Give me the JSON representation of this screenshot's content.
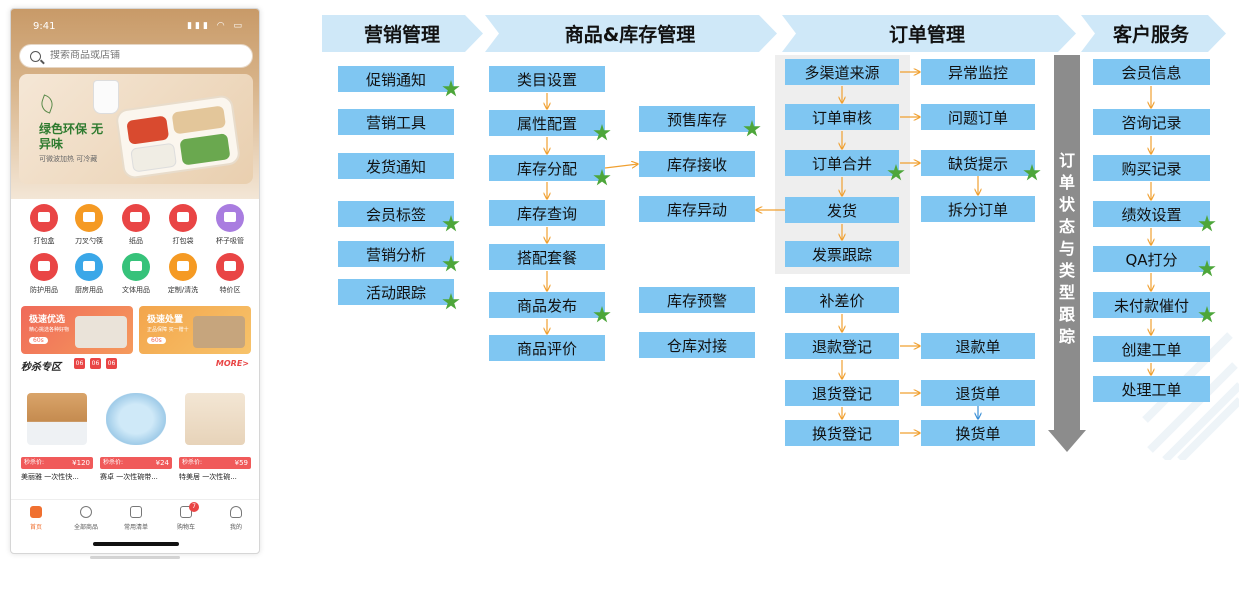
{
  "phone": {
    "status_time": "9:41",
    "status_icons": "▮▮▮ ◠ ▭",
    "search_placeholder": "搜索商品或店铺",
    "banner": {
      "title": "绿色环保 无异味",
      "subtitle": "可微波加热 可冷藏"
    },
    "categories": [
      {
        "label": "打包盒",
        "color": "#e94545"
      },
      {
        "label": "刀叉勺筷",
        "color": "#f59a23"
      },
      {
        "label": "纸品",
        "color": "#e94545"
      },
      {
        "label": "打包袋",
        "color": "#e94545"
      },
      {
        "label": "杯子吸管",
        "color": "#a97de0"
      },
      {
        "label": "防护用品",
        "color": "#e94545"
      },
      {
        "label": "厨房用品",
        "color": "#3aa7e8"
      },
      {
        "label": "文体用品",
        "color": "#36c27a"
      },
      {
        "label": "定制/清洗",
        "color": "#f59a23"
      },
      {
        "label": "特价区",
        "color": "#e94545"
      }
    ],
    "promos": [
      {
        "title": "极速优选",
        "sub": "精心挑选各种好物",
        "badge": "60s"
      },
      {
        "title": "极速处置",
        "sub": "正品保障 买一赠十",
        "badge": "60s"
      }
    ],
    "flash": {
      "title": "秒杀专区",
      "timer": [
        "06",
        "06",
        "06"
      ],
      "more": "MORE>"
    },
    "products": [
      {
        "tag": "秒杀价:",
        "price": "¥120",
        "name": "美丽雅 一次性快..."
      },
      {
        "tag": "秒杀价:",
        "price": "¥24",
        "name": "赛卓 一次性碗带..."
      },
      {
        "tag": "秒杀价:",
        "price": "¥59",
        "name": "特美居 一次性碗..."
      }
    ],
    "tabs": [
      "首页",
      "全部商品",
      "常用清单",
      "购物车",
      "我的"
    ],
    "cart_badge": "7"
  },
  "diagram": {
    "headers": [
      "营销管理",
      "商品&库存管理",
      "订单管理",
      "客户服务"
    ],
    "marketing": [
      "促销通知",
      "营销工具",
      "发货通知",
      "会员标签",
      "营销分析",
      "活动跟踪"
    ],
    "product_main": [
      "类目设置",
      "属性配置",
      "库存分配",
      "库存查询",
      "搭配套餐",
      "商品发布",
      "商品评价"
    ],
    "product_side": [
      "预售库存",
      "库存接收",
      "库存异动",
      "库存预警",
      "仓库对接"
    ],
    "order_main": [
      "多渠道来源",
      "订单审核",
      "订单合并",
      "发货",
      "发票跟踪",
      "补差价",
      "退款登记",
      "退货登记",
      "换货登记"
    ],
    "order_side": [
      "异常监控",
      "问题订单",
      "缺货提示",
      "拆分订单",
      "退款单",
      "退货单",
      "换货单"
    ],
    "order_status": "订单状态与类型跟踪",
    "customer": [
      "会员信息",
      "咨询记录",
      "购买记录",
      "绩效设置",
      "QA打分",
      "未付款催付",
      "创建工单",
      "处理工单"
    ]
  },
  "colors": {
    "box": "#7fc6f2",
    "header": "#cfe8f8",
    "arrow": "#f0a030",
    "star": "#4da63a",
    "status_arrow": "#8c8c8c"
  }
}
